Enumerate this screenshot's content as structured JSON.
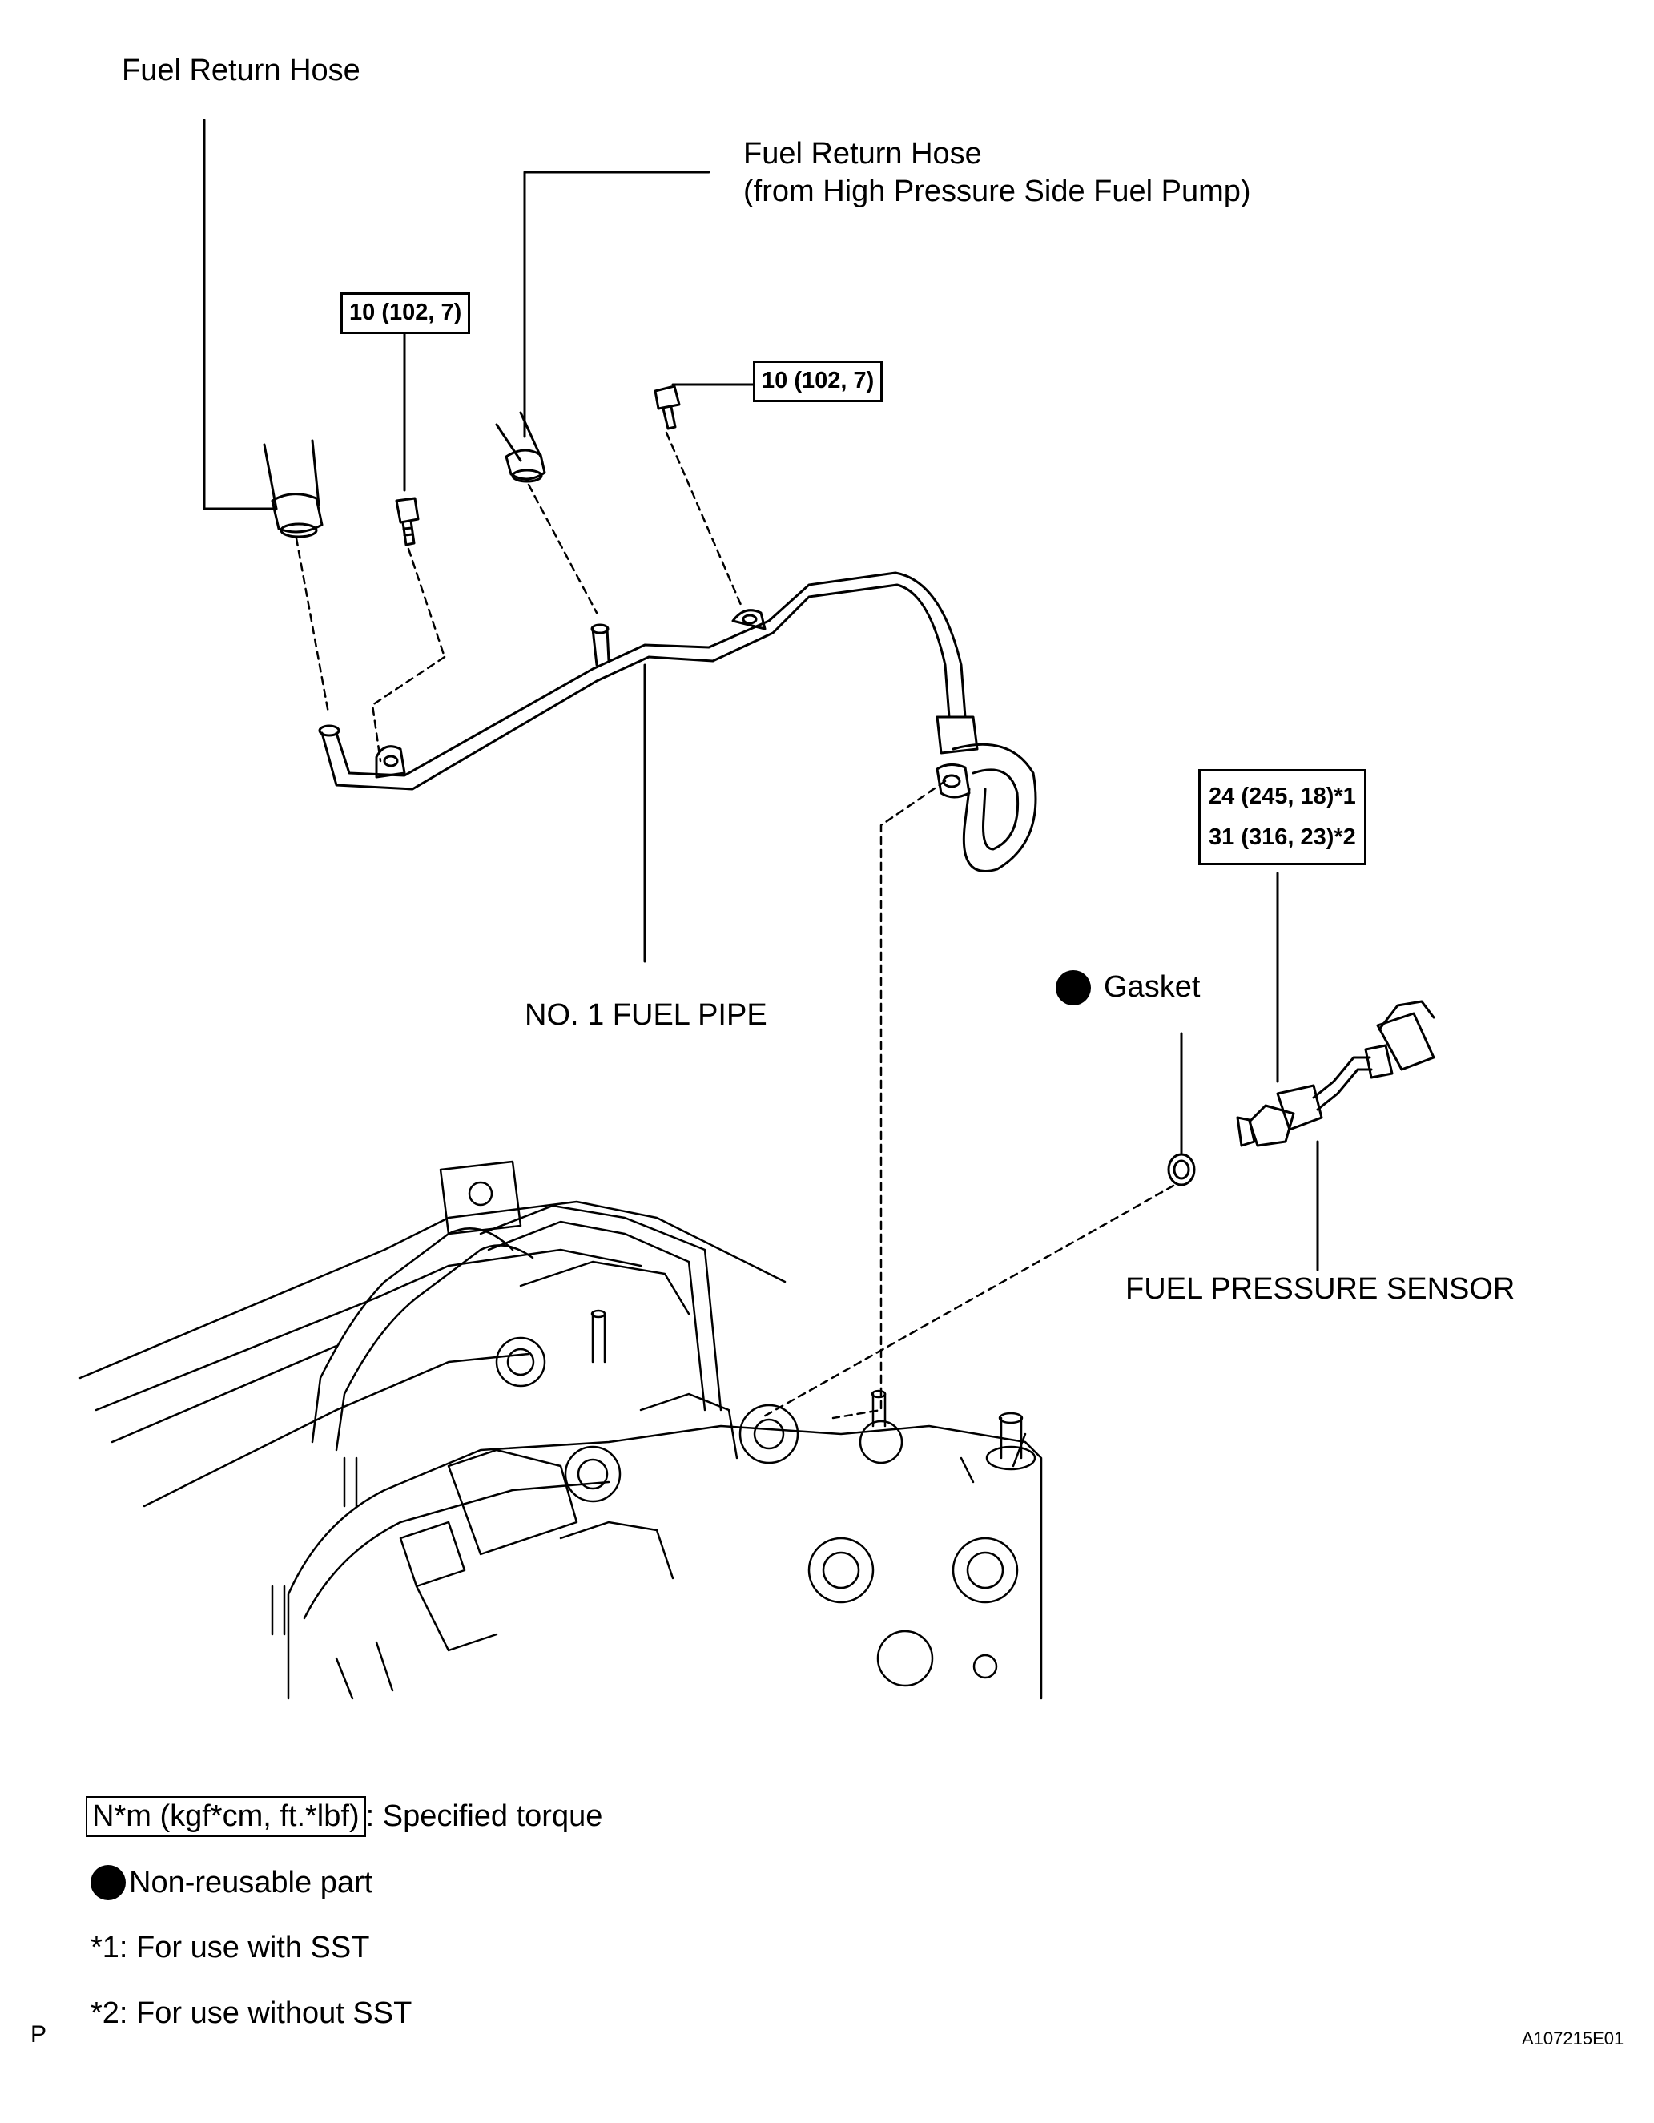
{
  "labels": {
    "fuel_return_hose": "Fuel Return Hose",
    "fuel_return_hose_hp_line1": "Fuel Return Hose",
    "fuel_return_hose_hp_line2": "(from High Pressure Side Fuel Pump)",
    "no1_fuel_pipe": "NO. 1 FUEL PIPE",
    "gasket": "Gasket",
    "fuel_pressure_sensor": "FUEL PRESSURE SENSOR"
  },
  "torques": {
    "left_bolt": "10 (102, 7)",
    "right_bolt": "10 (102, 7)",
    "sensor_line1": "24 (245, 18)*1",
    "sensor_line2": "31 (316, 23)*2"
  },
  "legend": {
    "unit": "N*m (kgf*cm, ft.*lbf)",
    "unit_desc": ": Specified torque",
    "non_reusable": "Non-reusable part",
    "note1": "*1: For use with SST",
    "note2": "*2: For use without SST"
  },
  "footer": {
    "left_mark": "P",
    "figure_code": "A107215E01"
  }
}
